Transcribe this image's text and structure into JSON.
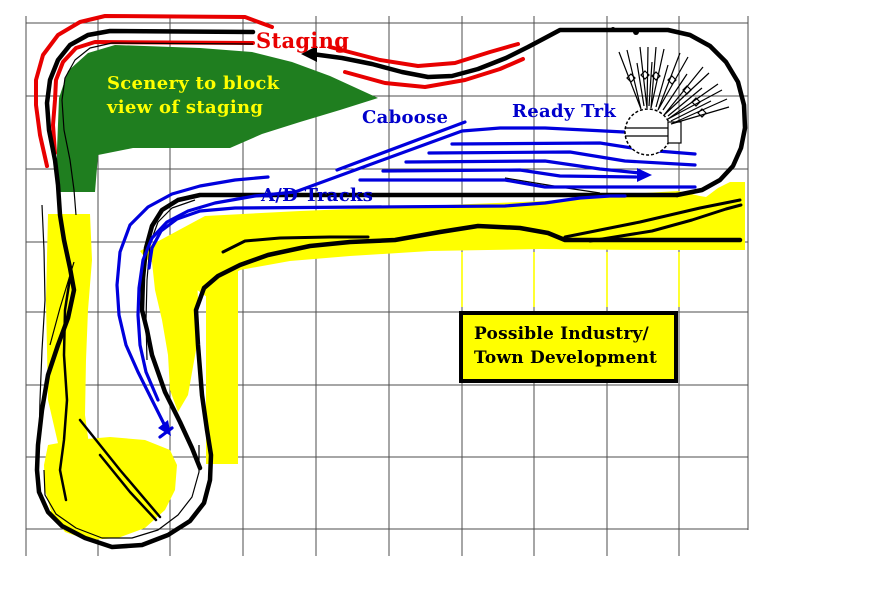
{
  "labels": {
    "staging": "Staging",
    "scenery_line1": "Scenery to block",
    "scenery_line2": "view of staging",
    "caboose": "Caboose",
    "ready_track": "Ready Trk",
    "ad_tracks": "A/D Tracks",
    "industry_line1": "Possible Industry/",
    "industry_line2": "Town Development"
  },
  "colors": {
    "background": "#ffffff",
    "grid_line": "#2f2f2f",
    "staging_track": "#e80000",
    "main_track": "#000000",
    "yard_track": "#0000dd",
    "scenery_view_block": "#1f7e1f",
    "scenery_ground": "#ffff00",
    "industry_box_fill": "#ffff00",
    "industry_box_border": "#000000",
    "staging_label": "#e80000",
    "yard_label": "#0000cc",
    "scenery_label": "#ffff00",
    "industry_label": "#000000"
  }
}
